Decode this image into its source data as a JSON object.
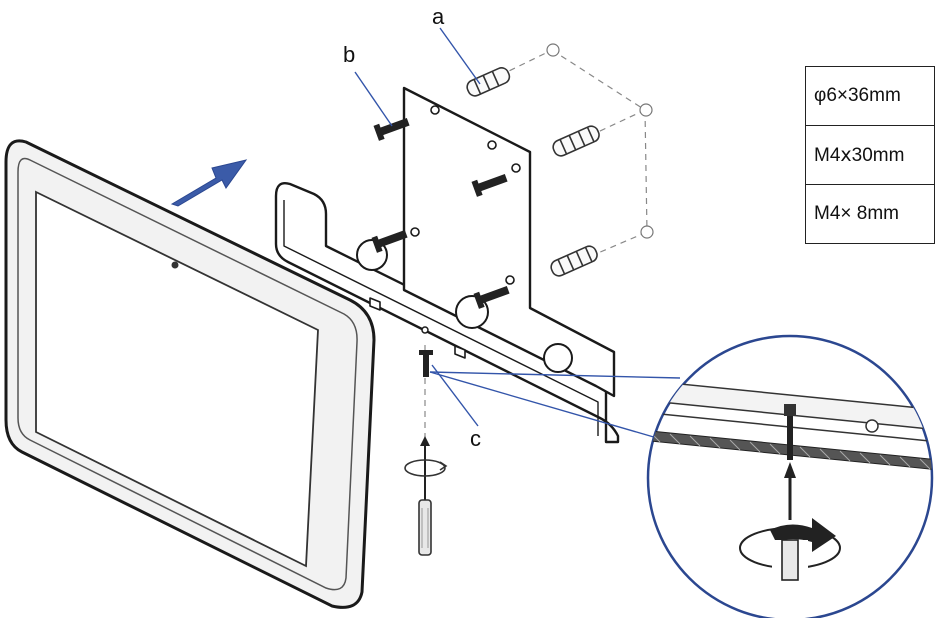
{
  "callouts": {
    "a": "a",
    "b": "b",
    "c": "c"
  },
  "spec_table": {
    "rows": [
      "φ6×36mm",
      "M4ⅹ30mm",
      "M4× 8mm"
    ]
  },
  "colors": {
    "line": "#222222",
    "arrow": "#3b5ba8",
    "leader": "#3355aa"
  },
  "icons": [
    "direction-arrow-icon",
    "rotation-arrow-icon",
    "screwdriver-icon"
  ]
}
